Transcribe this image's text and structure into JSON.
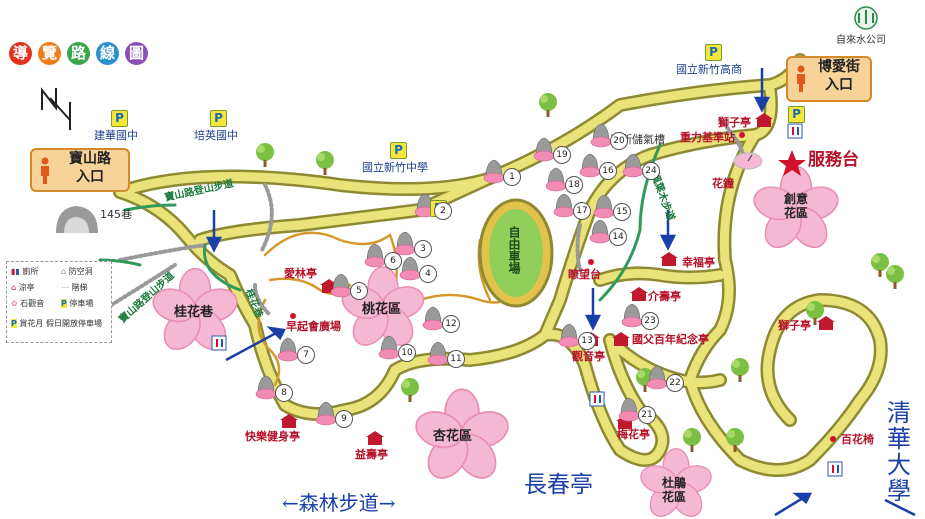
{
  "title": {
    "chars": [
      "導",
      "覽",
      "路",
      "線",
      "圖"
    ],
    "colors": [
      "#e0321d",
      "#f07d1a",
      "#3aa54a",
      "#2e8fcf",
      "#8a4fb5"
    ]
  },
  "entrances": {
    "baoshan": {
      "line1": "寶山路",
      "line2": "入口"
    },
    "boai": {
      "line1": "博愛街",
      "line2": "入口"
    }
  },
  "water_company": {
    "label": "自來水公司",
    "logo_text": "水"
  },
  "parking": {
    "symbol": "P"
  },
  "schools": {
    "jianhua": "建華國中",
    "peiying": "培英國中",
    "hsinchu_high": "國立新竹中學",
    "hsinchu_vocational": "國立新竹高商"
  },
  "trails": {
    "baoshan_trail_top": "寶山路登山步道",
    "baoshan_trail_left": "寶山路登山步道",
    "guihua_lane_trail": "桂花巷",
    "maple_trail": "楓葉木步道"
  },
  "places": {
    "gas_tank": "瓦斯儲氣槽",
    "gravity_point": "重力基準站",
    "service": "服務台",
    "flower_clock": "花鐘",
    "lane_145": "145巷",
    "love_pavilion": "愛林亭",
    "morning_plaza": "早起會廣場",
    "peach_area": "桃花區",
    "osmanthus_lane": "桂花巷",
    "happy_fitness": "快樂健身亭",
    "yishou_pavilion": "益壽亭",
    "apricot_area": "杏花區",
    "lookout": "瞭望台",
    "kuanyin_pavilion": "觀音亭",
    "guofu_memorial": "國父百年紀念亭",
    "jieshou_pavilion": "介壽亭",
    "xingfu_pavilion": "幸福亭",
    "lion_pavilion_top": "獅子亭",
    "lion_pavilion_right": "獅子亭",
    "plum_pavilion": "梅花亭",
    "azalea_area": "杜鵑花區",
    "creative_area": "創意花區",
    "flower_chair": "百花椅",
    "stadium": "自由車場"
  },
  "bottom": {
    "forest_trail": "←森林步道→",
    "changchun": "長春亭",
    "tsinghua": "清華大學"
  },
  "legend": {
    "toilet": "廁所",
    "shelter": "防空洞",
    "pavilion": "涼亭",
    "stairs": "階梯",
    "kuanyin": "石觀音",
    "parking": "停車場",
    "parking_note": "賞花月 假日開放停車場"
  },
  "kuanyin_numbers": [
    "1",
    "2",
    "3",
    "4",
    "5",
    "6",
    "7",
    "8",
    "9",
    "10",
    "11",
    "12",
    "13",
    "14",
    "15",
    "16",
    "17",
    "18",
    "19",
    "20",
    "21",
    "22",
    "23",
    "24"
  ]
}
